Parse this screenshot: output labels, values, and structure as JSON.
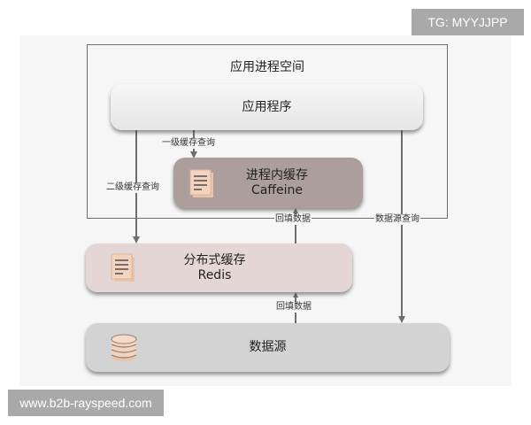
{
  "watermarks": {
    "top_right": "TG: MYYJJPP",
    "bottom_left": "www.b2b-rayspeed.com"
  },
  "diagram": {
    "outer_container": {
      "title": "应用进程空间",
      "border_color": "#6e6e6e"
    },
    "nodes": [
      {
        "id": "app",
        "label": "应用程序",
        "color": "#eaeaea"
      },
      {
        "id": "caffeine",
        "label": "进程内缓存",
        "sublabel": "Caffeine",
        "icon": "document-icon",
        "color": "#ab9e9d"
      },
      {
        "id": "redis",
        "label": "分布式缓存",
        "sublabel": "Redis",
        "icon": "document-icon",
        "color": "#e4d6d5"
      },
      {
        "id": "source",
        "label": "数据源",
        "icon": "database-icon",
        "color": "#d3d3d3"
      }
    ],
    "edges": [
      {
        "from": "app",
        "to": "caffeine",
        "label": "一级缓存查询"
      },
      {
        "from": "app",
        "to": "redis",
        "label": "二级缓存查询"
      },
      {
        "from": "redis",
        "to": "caffeine",
        "label": "回填数据"
      },
      {
        "from": "source",
        "to": "redis",
        "label": "回填数据"
      },
      {
        "from": "app",
        "to": "source",
        "label": "数据源查询"
      }
    ]
  },
  "colors": {
    "panel_bg": "#f7f6f6",
    "line": "#6e6e6e",
    "icon_fill": "#f3d3bd",
    "watermark_bg": "#a9a9a9"
  }
}
